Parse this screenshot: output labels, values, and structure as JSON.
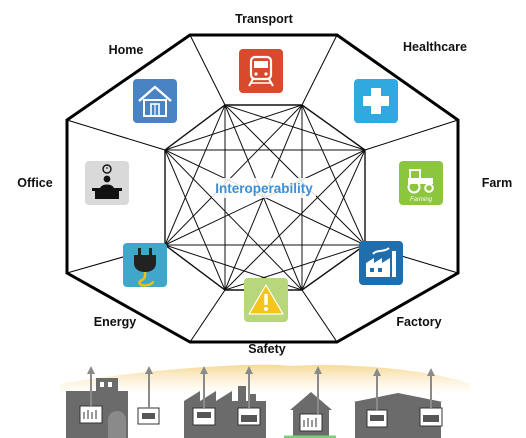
{
  "diagram": {
    "center_label": "Interoperability",
    "domains": [
      {
        "label": "Transport",
        "icon": "train-icon",
        "color": "#d84a2b"
      },
      {
        "label": "Healthcare",
        "icon": "medical-cross-icon",
        "color": "#2fa9e0"
      },
      {
        "label": "Farm",
        "icon": "tractor-icon",
        "color": "#8cc63e",
        "sublabel": "Farming"
      },
      {
        "label": "Factory",
        "icon": "factory-icon",
        "color": "#1f6fae"
      },
      {
        "label": "Safety",
        "icon": "warning-icon",
        "color": "#b7d77a"
      },
      {
        "label": "Energy",
        "icon": "plug-icon",
        "color": "#3fa7c9"
      },
      {
        "label": "Office",
        "icon": "office-desk-icon",
        "color": "#d9d9d9"
      },
      {
        "label": "Home",
        "icon": "house-icon",
        "color": "#4a83c4"
      }
    ]
  }
}
